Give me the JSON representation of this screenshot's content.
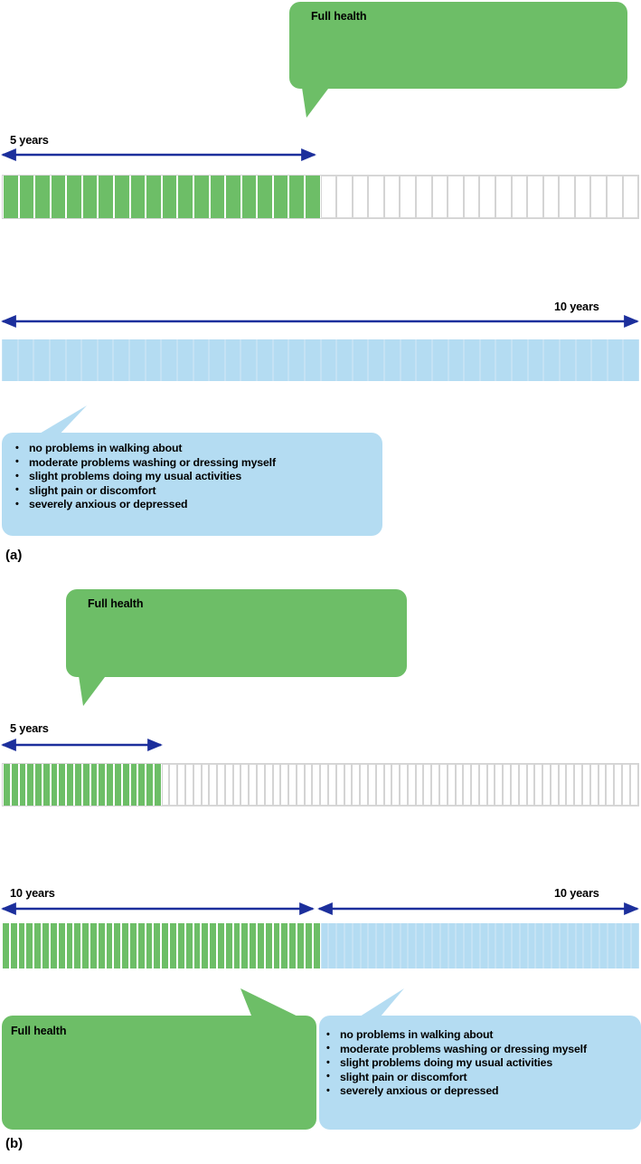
{
  "figure": {
    "panels": [
      {
        "id": "a",
        "label": "(a)",
        "bubbles": [
          {
            "name": "full-health-top",
            "text": "Full health",
            "color": "#6dbe67"
          },
          {
            "name": "health-state-description",
            "color": "#b4dcf2",
            "bullets": [
              "no problems in walking about",
              "moderate problems washing or dressing myself",
              "slight problems doing my usual activities",
              "slight pain or discomfort",
              "severely anxious or depressed"
            ]
          }
        ],
        "timelines": [
          {
            "name": "timeline-5-years",
            "arrow_label": "5  years",
            "arrow_label_align": "left",
            "total_cells": 40,
            "filled_cells": 20,
            "fill_color": "#6dbe67",
            "empty_color": "#ffffff"
          },
          {
            "name": "timeline-10-years",
            "arrow_label": "10  years",
            "arrow_label_align": "right",
            "total_cells": 40,
            "filled_cells": 40,
            "fill_color": "#b4dcf2",
            "empty_color": "#ffffff"
          }
        ]
      },
      {
        "id": "b",
        "label": "(b)",
        "bubbles": [
          {
            "name": "full-health-top",
            "text": "Full health",
            "color": "#6dbe67"
          },
          {
            "name": "full-health-bottom",
            "text": "Full health",
            "color": "#6dbe67"
          },
          {
            "name": "health-state-description",
            "color": "#b4dcf2",
            "bullets": [
              "no problems in walking about",
              "moderate problems washing or dressing myself",
              "slight problems doing my usual activities",
              "slight pain or discomfort",
              "severely anxious or depressed"
            ]
          }
        ],
        "timelines": [
          {
            "name": "timeline-5-years",
            "arrow_label": "5  years",
            "arrow_label_align": "left",
            "total_cells": 80,
            "filled_cells": 20,
            "fill_color": "#6dbe67",
            "empty_color": "#ffffff"
          },
          {
            "name": "timeline-10-plus-10-years",
            "arrow_label_left": "10  years",
            "arrow_label_right": "10  years",
            "total_cells": 80,
            "filled_cells": 40,
            "fill_color": "#6dbe67",
            "second_color": "#b4dcf2"
          }
        ]
      }
    ],
    "colors": {
      "green": "#6dbe67",
      "blue": "#b4dcf2",
      "arrow": "#1c2f9c",
      "grid": "#d4d4d4"
    }
  }
}
